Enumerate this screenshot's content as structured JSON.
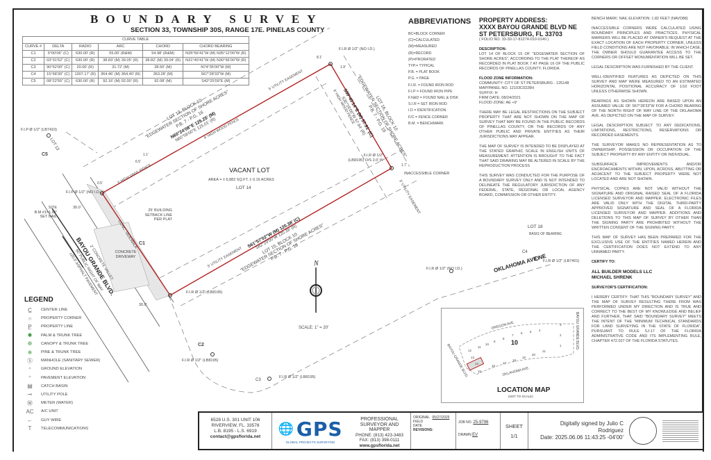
{
  "header": {
    "title": "BOUNDARY SURVEY",
    "subtitle": "SECTION 33, TOWNSHIP 30S, RANGE 17E. PINELAS COUNTY"
  },
  "curve_table": {
    "title": "CURVE TABLE",
    "headers": [
      "CURVE #",
      "DELTA",
      "RADIO",
      "ARC",
      "CHORD",
      "CHORD BEARING"
    ],
    "rows": [
      [
        "C1",
        "5°00'06\" (C)",
        "630.00' (R)",
        "55.00' (R&M)",
        "54.98' (R&M)",
        "N35°56'41\"W (M) N35°12'00\"W (R)"
      ],
      [
        "C2",
        "03°31'52\" (C)",
        "630.00' (R)",
        "38.83' (M) 39.05' (R)",
        "38.82' (M) 39.04' (R)",
        "N31°40'41\"W (M) N30°56'00\"W (R)"
      ],
      [
        "C3",
        "90°52'00\" (C)",
        "20.00' (R)",
        "31.72' (M)",
        "28.50' (M)",
        "N74°35'00\"W (M)"
      ],
      [
        "C4",
        "15°58'30\" (C)",
        "1307.17' (R)",
        "364.46' (M) 364.40' (R)",
        "363.28' (M)",
        "S67°28'33\"W (M)"
      ],
      [
        "C5",
        "08°22'55\" (C)",
        "630.00' (R)",
        "92.16' (M) 92.00' (R)",
        "92.08' (M)",
        "S42°25'09\"E (M)"
      ]
    ]
  },
  "abbreviations": {
    "title": "ABBREVIATIONS",
    "items": [
      "BC=BLOCK CORNER",
      "(C)=CALCULATED",
      "(M)=MEASURED",
      "(R)=RECORD",
      "(P)=PRORATED",
      "TYP.= TYPICAL",
      "P.B. = PLAT BOOK",
      "P.G. = PAGE",
      "F.I.R. = FOUND IRON ROD",
      "F.I.P = FOUND IRON PIPE",
      "F.N&D = FOUND NAIL & DISK",
      "S.I.R = SET IRON ROD",
      "I.D = IDENTIFICATION",
      "F/C = FENCE CORNER",
      "B.M. = BENCHMARK"
    ]
  },
  "property": {
    "heading": "PROPERTY ADDRESS:",
    "line1": "XXXX BAYOU GRANDE BLVD NE",
    "line2": "ST PETERSBURG, FL 33703",
    "folio": "( FOLIO NO.  33-30-17-81274-010-0140 )",
    "description_heading": "DESCRIPTION:",
    "description": "LOT 14 OF BLOCK 15 OF \"EDGEWATER SECTION OF SHORE ACRES\", ACCORDING TO THE PLAT THEREOF AS RECORDED IN PLAT BOOK 7 AT PAGE 16 OF THE PUBLIC RECORDS OF PINELLAS COUNTY, FLORIDA.",
    "flood_heading": "FLOOD ZONE INFORMATION:",
    "flood": [
      "COMMUNITY: CITY OF ST PETERSBURG - 125148",
      "MAP/PANEL NO. 12103C0228H",
      "SUFFIX: H",
      "FIRM DATE: 08/24/2021",
      "FLOOD ZONE: AE +9'"
    ],
    "notes": [
      "THERE MAY BE LEGAL RESTRICTIONS ON THE SUBJECT PROPERTY THAT ARE NOT SHOWN ON THE MAP OF SURVEY THAT MAY BE FOUND IN THE PUBLIC RECORDS OF PINELLAS COUNTY, OR THE RECORDS OF ANY OTHER PUBLIC AND PRIVATE ENTITIES AS THEIR JURISDICTIONS MAY APPEAR.",
      "THE MAP OF SURVEY IS INTENDED TO BE DISPLAYED AT THE STATED GRAPHIC SCALE IN ENGLISH UNITS OF MEASUREMENT. ATTENTION IS BROUGHT TO THE FACT THAT SAID DRAWING MAY BE ALTERED IN SCALE BY THE REPRODUCTION PROCESS",
      "THIS SURVEY WAS CONDUCTED FOR THE PURPOSE OF A BOUNDARY SURVEY ONLY AND IS NOT INTENDED TO DELINEATE THE REGULATORY JURISDICTION OF ANY FEDERAL, STATE, REGIONAL OR LOCAL AGENCY BOARD, COMMISSION OR OTHER ENTITY."
    ]
  },
  "notes": {
    "items": [
      "BENCH MARK: NAIL ELEVATION: 1.82 FEET (NAVD88)",
      "INACCESSIBLE CORNERS WERE CALCULATED USING BOUNDARY PRINCIPLES AND PRACTICES. PHYSICAL MARKERS WILL BE PLACED AT OWNER'S REQUEST AT THE EXACT LOCATION OF EACH PROPERTY CORNER, UNLESS FIELD CONDITIONS ARE NOT FAVORABLE; IN WHICH CASE, THE OWNER SHOULD GUARANTEE ACCESS TO THE CORNERS OR OFFSET MONUMENTATION WILL BE SET.",
      "LEGAL DESCRIPTION WAS FURNISHED BY THE CLIENT.",
      "WELL-IDENTIFIED FEATURES AS DEPICTED ON THIS SURVEY AND MAP WERE MEASURED TO AN ESTIMATED HORIZONTAL POSITIONAL ACCURACY OF 1/10 FOOT UNLESS OTHERWISE SHOWN.",
      "BEARINGS AS SHOWN HEREON ARE BASED UPON AN ASSUMED VALUE OF S67°28'33\"W FOR A CHORD BEARING OF THE NORTH RIGHT OF WAY LINE OF THE OKLAHOMA AVE. AS DEPICTED ON THE MAP OF SURVEY.",
      "LEGAL DESCRIPTION SUBJECT TO ANY DEDICATIONS, LIMITATIONS, RESTRICTIONS, RESERVATIONS OR RECORDED EASEMENTS.",
      "THE SURVEYOR MAKES NO REPRESENTATION AS TO OWNERSHIP, POSSESSION OR OCCUPATION OF THE SUBJECT PROPERTY BY ANY ENTITY OR INDIVIDUAL.",
      "SUBSURFACE IMPROVEMENTS AND/OR ENCROACHMENTS WITHIN, UPON, ACROSS, ABUTTING OR ADJACENT TO THE SUBJECT PROPERTY WERE NOT LOCATED AND ARE NOT SHOWN.",
      "PHYSICAL COPIES ARE NOT VALID WITHOUT THE SIGNATURE AND ORIGINAL RAISED SEAL OF A FLORIDA LICENSED SURVEYOR AND MAPPER. ELECTRONIC FILES ARE VALID ONLY WITH THE DIGITAL THIRD-PARTY APPROVED SIGNATURE AND SEAL OF A FLORIDA LICENSED SURVEYOR AND MAPPER. ADDITIONS AND DELETIONS TO THIS MAP OF SURVEY BY OTHER THAN THE SIGNING PARTY ARE PROHIBITED WITHOUT THE WRITTEN CONSENT OF THE SIGNING PARTY.",
      "THIS MAP OF SURVEY HAS BEEN PREPARED FOR THE EXCLUSIVE USE OF THE ENTITIES NAMED HEREIN AND THE CERTIFICATION DOES NOT EXTEND TO ANY UNNAMED PARTY."
    ],
    "certify_heading": "CERTIFY TO:",
    "certify": [
      "ALL BUILDER MODELS LLC",
      "MICHAEL SHRENK"
    ],
    "cert_heading": "SURVEYOR'S CERTIFICATION:",
    "cert": "I HEREBY CERTIFY: THAT THIS \"BOUNDARY SURVEY\" AND THE MAP OF SURVEY RESULTING THERE FROM WAS PERFORMED UNDER MY DIRECTION AND IS TRUE AND CORRECT TO THE BEST OF MY KNOWLEDGE AND BELIEF AND FURTHER, THAT SAID \"BOUNDARY SURVEY\" MEETS THE INTENT OF THE \"MINIMUM TECHNICAL STANDARDS FOR LAND SURVEYING IN THE STATE OF FLORIDA\", PURSUANT TO RULE 5J-17 OF THE FLORIDA ADMINISTRATIVE CODE AND ITS IMPLEMENTING RULE, CHAPTER 472.027 OF THE FLORIDA STATUTES."
  },
  "legend": {
    "title": "LEGEND",
    "items": [
      {
        "icon": "center-line",
        "glyph": "C̲",
        "label": "CENTER LINE"
      },
      {
        "icon": "property-corner",
        "glyph": "○",
        "label": "PROPERTY CORNER"
      },
      {
        "icon": "property-line",
        "glyph": "P̲",
        "label": "PROPERTY LINE"
      },
      {
        "icon": "palm-tree",
        "glyph": "✱",
        "label": "PALM & TRUNK TREE"
      },
      {
        "icon": "canopy-tree",
        "glyph": "❁",
        "label": "CANOPY & TRUNK TREE"
      },
      {
        "icon": "pine-tree",
        "glyph": "✺",
        "label": "PINE & TRUNK  TREE"
      },
      {
        "icon": "manhole",
        "glyph": "Ⓢ",
        "label": "MANHOLE (SANITARY SEWER)"
      },
      {
        "icon": "ground-elevation",
        "glyph": "⁺",
        "label": "GROUND ELEVATION"
      },
      {
        "icon": "pavement-elevation",
        "glyph": "⁺",
        "label": "PAVEMENT ELEVATION"
      },
      {
        "icon": "catch-basin",
        "glyph": "▤",
        "label": "CATCH BASIN"
      },
      {
        "icon": "utility-pole",
        "glyph": "⊸",
        "label": "UTILITY POLE"
      },
      {
        "icon": "water-meter",
        "glyph": "Ⓦ",
        "label": "METER (WATER)"
      },
      {
        "icon": "ac-unit",
        "glyph": "AC",
        "label": "A/C UNIT"
      },
      {
        "icon": "guy-wire",
        "glyph": "←",
        "label": "GUY WIRE"
      },
      {
        "icon": "telecom",
        "glyph": "T",
        "label": "TELECOMMUNICATIONS"
      }
    ]
  },
  "drawing": {
    "vacant": "VACANT LOT",
    "area": "AREA = ± 6,882 SQ.FT. ± 0.16 ACRES",
    "lot14": "LOT 14",
    "lot13": [
      "LOT 13, BLOCK 10",
      "\"EDGEWATER SECTION OF SHORE ACRES\"",
      "P.B. 7 - P.G. 16"
    ],
    "north_m": "N60°24'08\"E 125.25' (M)",
    "north_r": "N60°56'00\"E 125.01' (R)",
    "lot16": [
      "LOT 16, BLOCK 10",
      "\"EDGEWATER SECTION OF SHORE ACRES\"",
      "P.B. 7 - P.G. 16"
    ],
    "east_m": "S30°45'14\"E (M) 57.91' (C)",
    "east_r": "S30°16'00\"W 57.94' (R)",
    "lot15": [
      "LOT 15, BLOCK 10",
      "\"EDGEWATER SECTION OF SHORE ACRES\"",
      "P.B. 7 - P.G. 16"
    ],
    "south_m": "S61°57'02\"W (M) 120.38' (C)",
    "south_r": "S62°29'00\"W 120.39' (R)",
    "road": "BAYOU GRANDE BLVD.",
    "row": "60' PUBLIC RIGHT OF WAY",
    "asphalt": "±20.0' ASPHALT PAVEMENT",
    "valley": "2' CONCRETE VALLEY",
    "sidewalk": "CONC. SIDEWALK",
    "driveway": "CONCRETE DRIVEWAY",
    "setback": "25' BUILDING SETBACK LINE PER PLAT",
    "vinyl": "3' HIGH VINYL FENCE",
    "wood": "6' HIGH WOOD FENCE",
    "easement": "5' UTILITY EASEMENT",
    "fir_noid": "F.I.R Ø 1/2\" (NO I.D.)",
    "fir_lb": "F.I.R Ø 1/2\" (LB8195)",
    "fir_os": "F.I.R Ø 1/2\" (LB8195) O/S 2.0' W",
    "fip_noid": "F.I.P Ø 1/2\" (NO I.D.)",
    "fip_lb": "F.I.P Ø 1/2\" (LB7410)",
    "fir_lb7401": "F.I.R Ø 1/2\" (LB7401)",
    "site_bm": "SITE B.M.#1=1.82' SET NAIL",
    "inaccessible": "INACCESSIBLE CORNER",
    "lot13_short": "LOT 13",
    "lot18": "LOT 18",
    "basis": "BASIS OF BEARING",
    "oklahoma": "OKLAHOMA AVE NE",
    "north": "N",
    "scale": "SCALE: 1\" = 20'",
    "curves": [
      "C1",
      "C2",
      "C3",
      "C4",
      "C5"
    ],
    "dims": [
      "30.0'",
      "30.0'",
      "6.5'",
      "1.1'",
      "8.1'",
      "1.9'",
      "1.7'",
      "0.5'"
    ]
  },
  "location_map": {
    "title": "LOCATION MAP",
    "subtitle": "(NOT TO SCALE)",
    "streets": [
      "OREGON AVE.",
      "OKLAHOMA AVE.",
      "BAYOU GRANDE BLVD.",
      "BAYOU GRANDE BLVD."
    ],
    "block": "10",
    "lots": [
      "1",
      "2",
      "3",
      "4",
      "5",
      "6",
      "7",
      "8",
      "9",
      "10",
      "11",
      "12",
      "13",
      "14",
      "15",
      "16",
      "17",
      "18",
      "19",
      "20",
      "21"
    ],
    "highlight_lot": "14"
  },
  "title_block": {
    "address": [
      "6528 U.S. 301 UNIT 106",
      "RIVERVIEW, FL. 33578",
      "L.B. 8195  -  L.S. 6919"
    ],
    "email": "contact@gpsflorida.net",
    "logo": "GPS",
    "logo_sub": "GLOBAL PROJECTS SURVEYING",
    "firm": [
      "PROFESSIONAL",
      "SURVEYOR AND MAPPER",
      "PHONE: (813) 423-3483",
      "FAX: (813) 398-0111"
    ],
    "web": "www.gpsflorida.net",
    "field_date_label": "ORIGINAL FIELD DATE",
    "field_date": "05/27/2025",
    "revisions_label": "REVISIONS:",
    "job_label": "JOB NO.",
    "job": "25-9796",
    "drawn_label": "DRAWN",
    "drawn": "EV",
    "sheet_label": "SHEET",
    "sheet": "1/1",
    "signature": [
      "Digitally signed by Julio C",
      "Rodriguez",
      "Date: 2025.06.06 11:43:25 -04'00'"
    ]
  },
  "colors": {
    "boundary": "#b22222",
    "ink": "#222222",
    "highlight": "#b22222"
  }
}
